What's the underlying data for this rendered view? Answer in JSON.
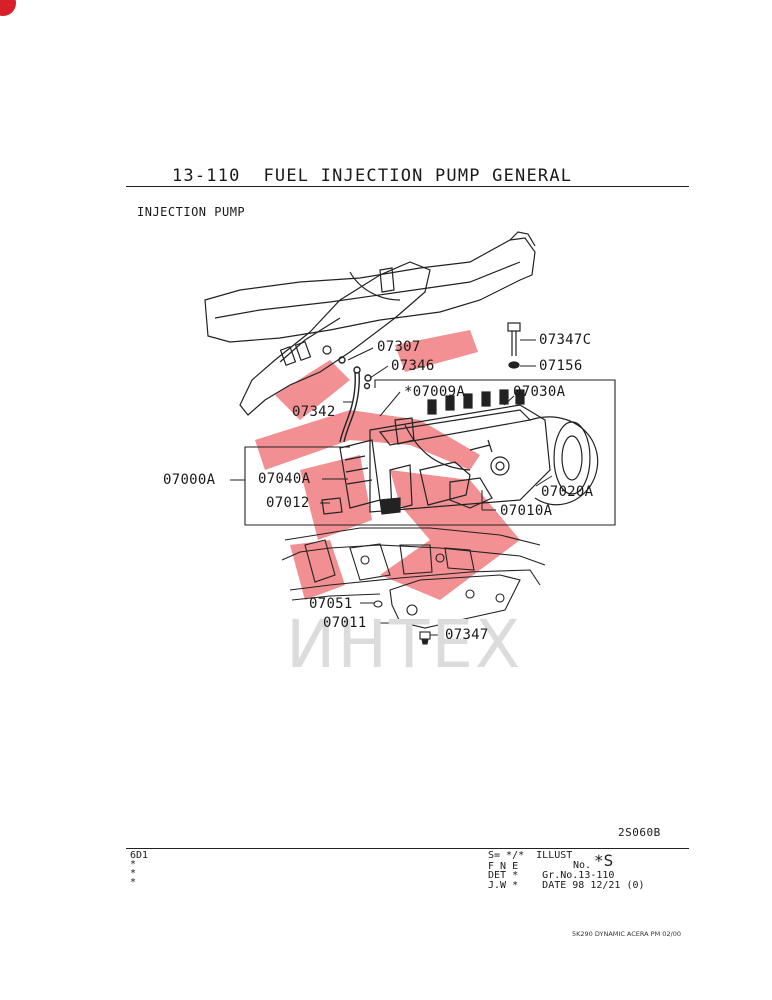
{
  "header": {
    "title": "13-110  FUEL INJECTION PUMP GENERAL",
    "section": "INJECTION PUMP"
  },
  "watermark": {
    "text": "ИНТЕХ",
    "color": "#e0242a"
  },
  "callouts": {
    "c07347C": "07347C",
    "c07307": "07307",
    "c07156": "07156",
    "c07346": "07346",
    "c07009A": "*07009A",
    "c07030A": "07030A",
    "c07342": "07342",
    "c07000A": "07000A",
    "c07040A": "07040A",
    "c07020A": "07020A",
    "c07012": "07012",
    "c07010A": "07010A",
    "c07051": "07051",
    "c07011": "07011",
    "c07347": "07347"
  },
  "illust_code": "2S060B",
  "footer": {
    "model": "6D1",
    "stars": [
      "*",
      "*",
      "*"
    ],
    "row1": "S= */*  ILLUST",
    "row2_left": "F N E",
    "row2_mid": "No.",
    "illust_no": "*S",
    "row3": "DET *    Gr.No.13-110",
    "row4": "J.W *    DATE 98 12/21 (0)"
  },
  "printer_line": "5K290 DYNAMIC ACERA PM 02/00"
}
